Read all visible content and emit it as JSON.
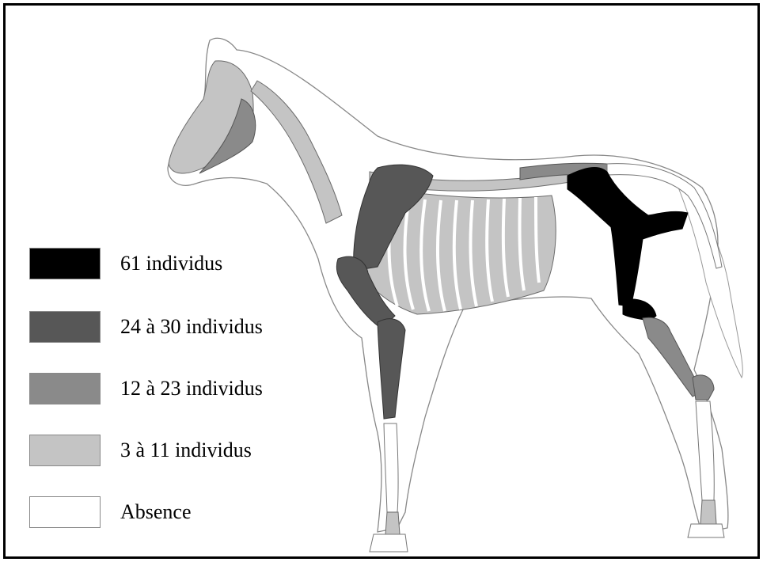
{
  "legend": {
    "items": [
      {
        "label": "61 individus",
        "color": "#000000"
      },
      {
        "label": "24 à 30 individus",
        "color": "#575757"
      },
      {
        "label": "12 à 23 individus",
        "color": "#8a8a8a"
      },
      {
        "label": "3 à 11 individus",
        "color": "#c4c4c4"
      },
      {
        "label": "Absence",
        "color": "#ffffff"
      }
    ]
  }
}
